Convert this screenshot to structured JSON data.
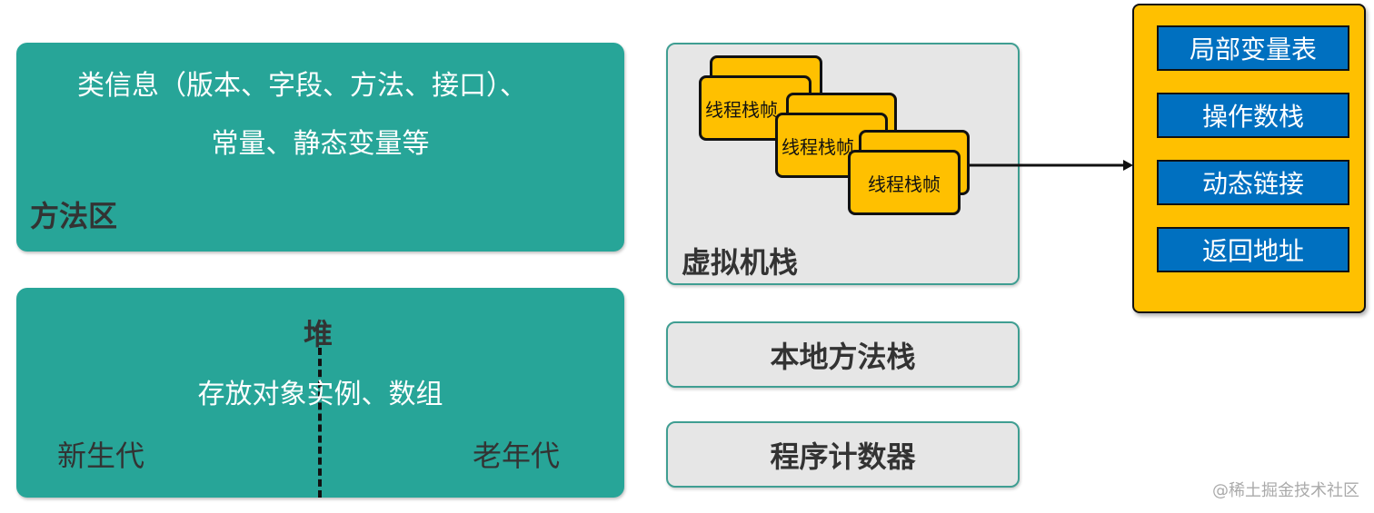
{
  "method_area": {
    "desc_line1": "类信息（版本、字段、方法、接口）、",
    "desc_line2": "常量、静态变量等",
    "title": "方法区"
  },
  "heap": {
    "title": "堆",
    "desc": "存放对象实例、数组",
    "young": "新生代",
    "old": "老年代"
  },
  "vm_stack": {
    "title": "虚拟机栈",
    "frames": [
      "线程栈帧",
      "线程栈帧",
      "线程栈帧"
    ]
  },
  "native_stack": {
    "title": "本地方法栈"
  },
  "pc": {
    "title": "程序计数器"
  },
  "stack_frame": {
    "items": [
      "局部变量表",
      "操作数栈",
      "动态链接",
      "返回地址"
    ]
  },
  "watermark": "@稀土掘金技术社区",
  "colors": {
    "teal": "#27a598",
    "yellow": "#ffc000",
    "blue": "#0070c0",
    "gray": "#e6e6e6"
  }
}
